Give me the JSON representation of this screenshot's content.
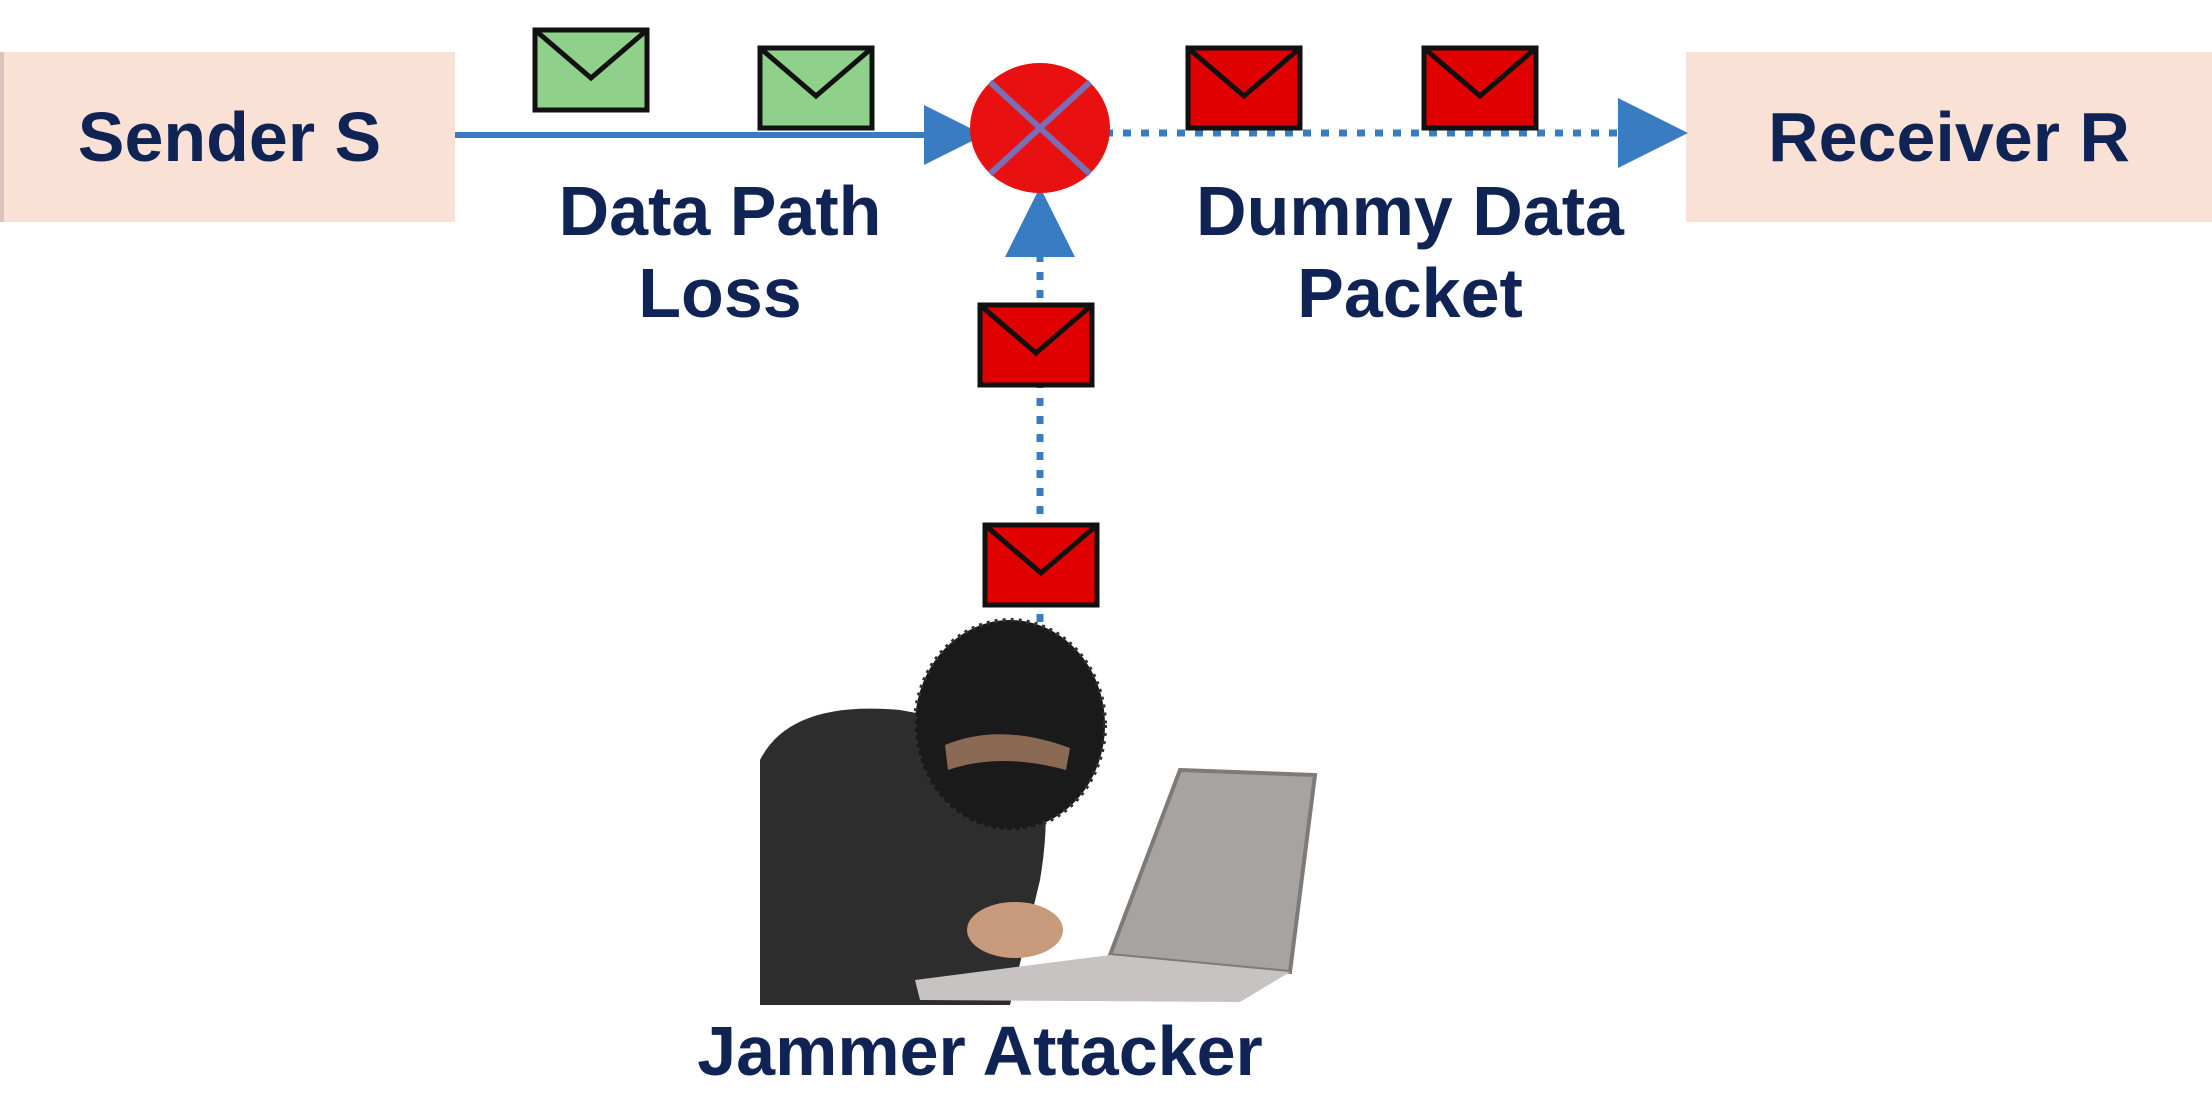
{
  "sender": {
    "label": "Sender S"
  },
  "receiver": {
    "label": "Receiver R"
  },
  "captions": {
    "data_path_loss": "Data Path\nLoss",
    "dummy_data_packet": "Dummy Data\nPacket",
    "jammer_attacker": "Jammer Attacker"
  },
  "colors": {
    "box_fill": "#f9e1d5",
    "text": "#0f2455",
    "arrow": "#3a7cc1",
    "legit_packet": "#8fd18b",
    "dummy_packet": "#e00000",
    "collision_node": "#e81010"
  },
  "icons": {
    "legit_packet": "envelope-icon",
    "dummy_packet": "envelope-icon",
    "collision": "x-mark-icon",
    "attacker": "hooded-attacker-with-laptop"
  }
}
